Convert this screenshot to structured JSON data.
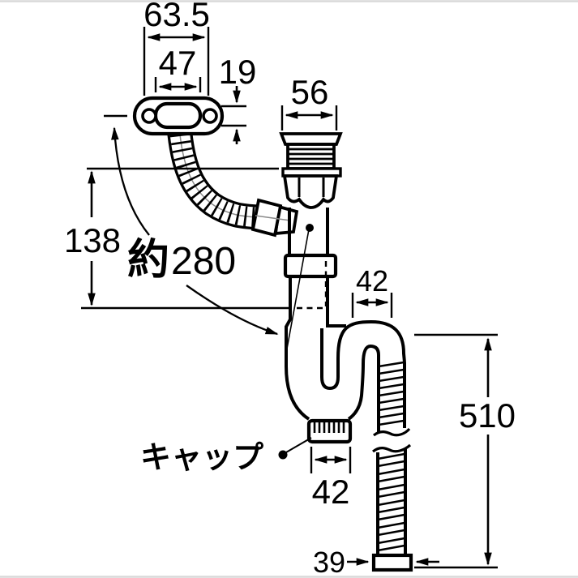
{
  "dimensions": {
    "flange_width": "63.5",
    "flange_slot_width": "47",
    "flange_thickness": "19",
    "inlet_width": "56",
    "inlet_drop_height": "138",
    "hose_length_prefix": "約",
    "hose_length_value": "280",
    "trap_outlet_width": "42",
    "outlet_hose_drop": "510",
    "cap_width": "42",
    "hose_end_width": "39"
  },
  "labels": {
    "cap": "キャップ"
  },
  "colors": {
    "line": "#000000",
    "background": "#ffffff",
    "frame_edge": "#d8d8d8",
    "hose_centerline": "#8a8a8a"
  }
}
